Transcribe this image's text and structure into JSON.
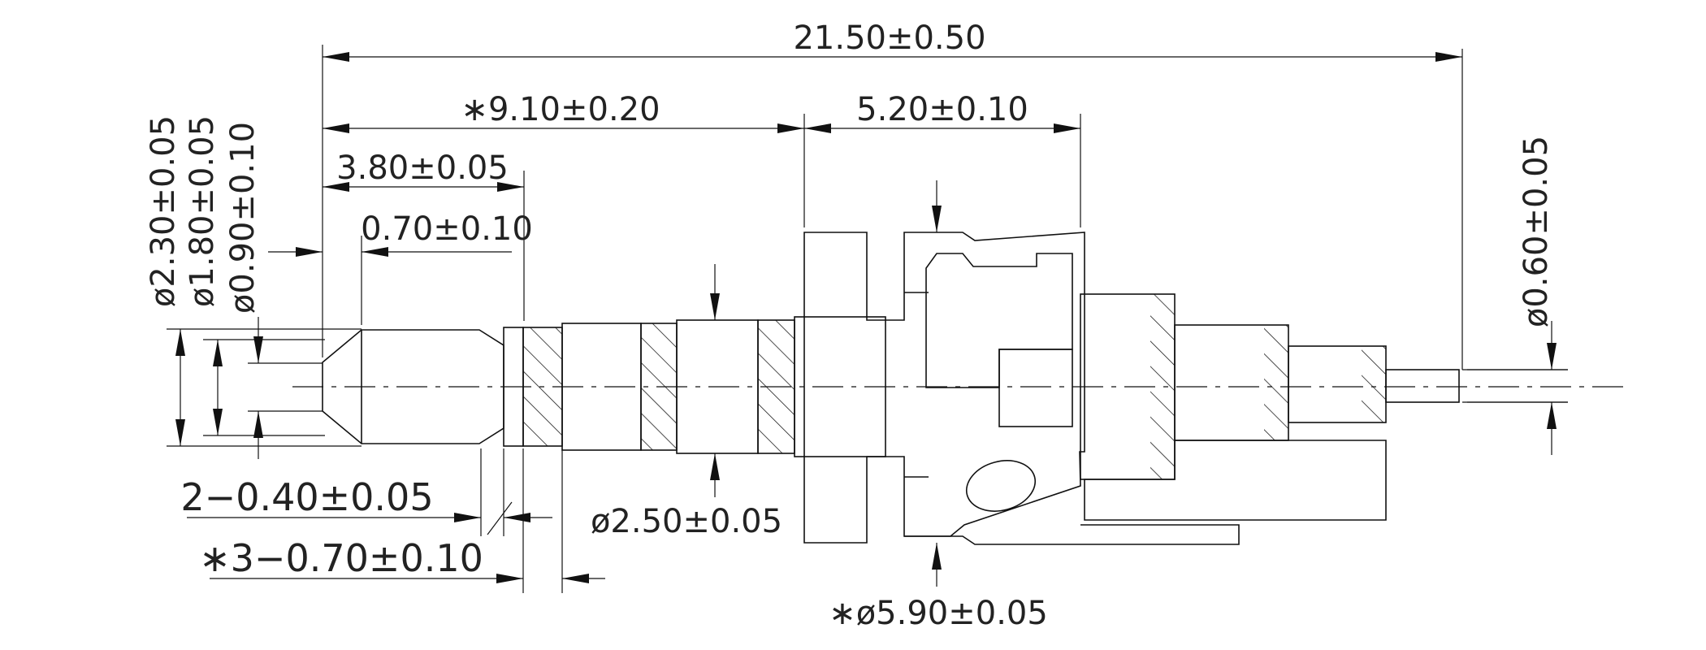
{
  "dimensions": {
    "overall_length": "21.50±0.50",
    "length_9_10": "∗9.10±0.20",
    "length_5_20": "5.20±0.10",
    "length_3_80": "3.80±0.05",
    "length_0_70": "0.70±0.10",
    "dia_2_30": "ø2.30±0.05",
    "dia_1_80": "ø1.80±0.05",
    "dia_0_90": "ø0.90±0.10",
    "dia_0_60": "ø0.60±0.05",
    "dia_2_50": "ø2.50±0.05",
    "dia_5_90": "∗ø5.90±0.05",
    "grooves_0_40": "2−0.40±0.05",
    "grooves_0_70": "∗3−0.70±0.10"
  },
  "colors": {
    "line": "#111111",
    "text": "#222222",
    "background": "#ffffff"
  }
}
